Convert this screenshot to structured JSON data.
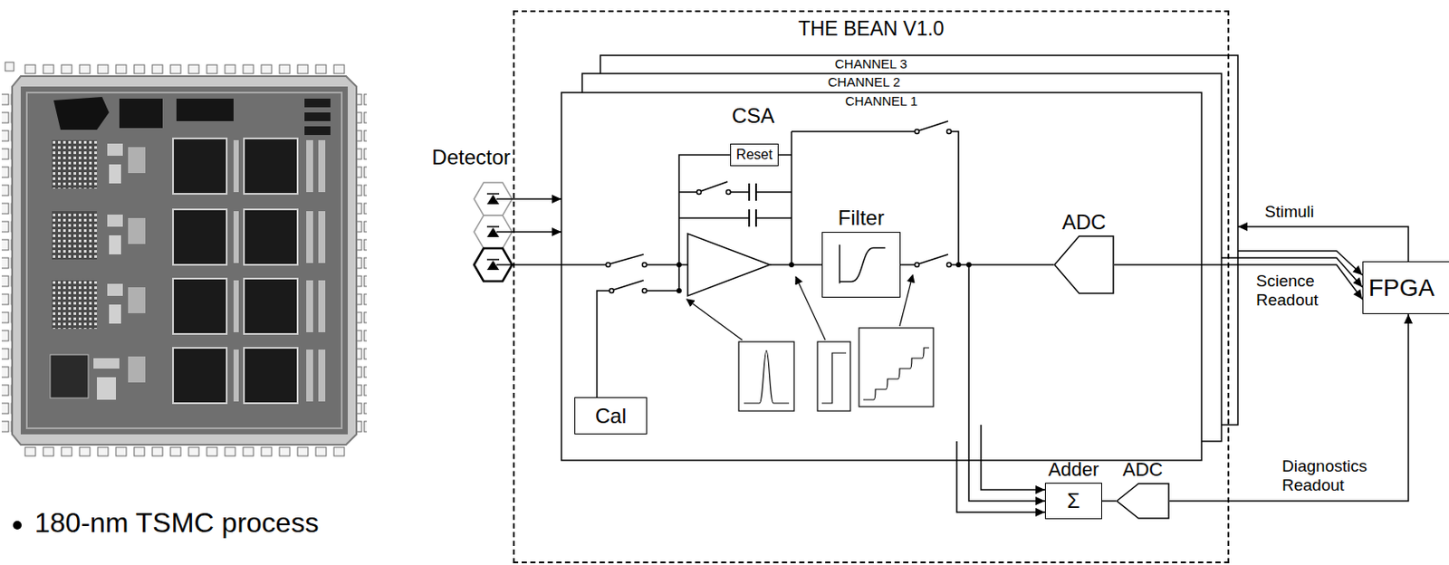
{
  "diagram": {
    "nodes": [
      {
        "text": [
          "Detector"
        ]
      },
      {
        "text": [
          "THE BEAN V1.0"
        ]
      },
      {
        "text": [
          "CHANNEL 3"
        ],
        "in": 1
      },
      {
        "text": [
          "CHANNEL 2"
        ],
        "in": 1
      },
      {
        "text": [
          "CHANNEL 1"
        ],
        "in": 1
      },
      {
        "text": [
          "Reset"
        ],
        "in": 4
      },
      {
        "text": [
          "Filter"
        ],
        "in": 4
      },
      {
        "text": [
          "ADC"
        ],
        "in": 4
      },
      {
        "text": [
          "Cal"
        ],
        "in": 4
      },
      {
        "text": [
          "Adder",
          "Σ"
        ],
        "in": 1
      },
      {
        "text": [
          "ADC"
        ],
        "in": 1
      },
      {
        "text": [
          "FPGA"
        ]
      }
    ],
    "edges": [
      {
        "from": 0,
        "to": 4,
        "arrow": "to"
      },
      {
        "from": 0,
        "to": 4,
        "arrow": "to"
      },
      {
        "from": 0,
        "to": 4,
        "arrow": "none"
      },
      {
        "from": 6,
        "to": 7,
        "arrow": "none"
      },
      {
        "from": 7,
        "to": 11,
        "label": "Science Readout",
        "arrow": "to"
      },
      {
        "from": 3,
        "to": 11,
        "arrow": "to"
      },
      {
        "from": 2,
        "to": 11,
        "arrow": "to"
      },
      {
        "from": 11,
        "to": 2,
        "label": "Stimuli",
        "arrow": "to"
      },
      {
        "from": 2,
        "to": 9,
        "arrow": "to"
      },
      {
        "from": 4,
        "to": 9,
        "arrow": "to"
      },
      {
        "from": 3,
        "to": 9,
        "arrow": "to"
      },
      {
        "from": 9,
        "to": 10,
        "arrow": "none"
      },
      {
        "from": 10,
        "to": 11,
        "label": "Diagnostics Readout",
        "arrow": "to"
      }
    ],
    "labels": [
      "CSA",
      "180-nm TSMC process"
    ]
  }
}
